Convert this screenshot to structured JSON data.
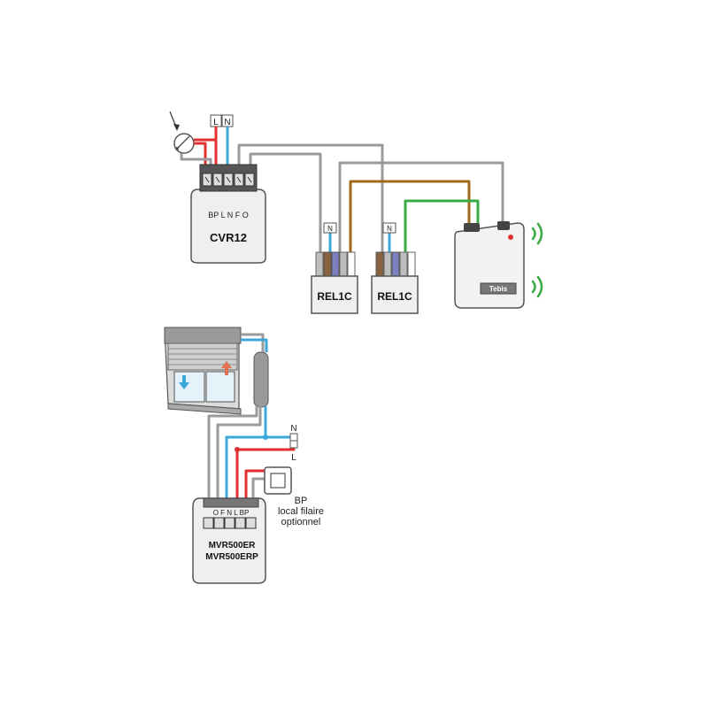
{
  "colors": {
    "live": "#e03030",
    "neutral": "#3aa8d8",
    "control": "#9a9a9a",
    "brown": "#a06a1a",
    "green": "#3aaa45",
    "module_fill": "#efefef",
    "module_stroke": "#555555"
  },
  "top_section": {
    "supply_labels": {
      "line": "L",
      "neutral": "N"
    },
    "cvr12": {
      "name": "CVR12",
      "terminal_labels": "BP  L  N  F  O"
    },
    "rel1c_left": {
      "name": "REL1C",
      "tag": "N"
    },
    "rel1c_right": {
      "name": "REL1C",
      "tag": "N"
    },
    "receiver": {
      "brand": "Tebis",
      "icon": "wireless-signal-icon"
    }
  },
  "bottom_section": {
    "supply_labels": {
      "neutral": "N",
      "line": "L"
    },
    "push_button_note": [
      "BP",
      "local filaire",
      "optionnel"
    ],
    "mvr": {
      "terminal_labels": "O  F  N  L  BP",
      "names": [
        "MVR500ER",
        "MVR500ERP"
      ]
    },
    "shutter_icons": [
      "down-arrow-icon",
      "up-arrow-icon"
    ]
  }
}
